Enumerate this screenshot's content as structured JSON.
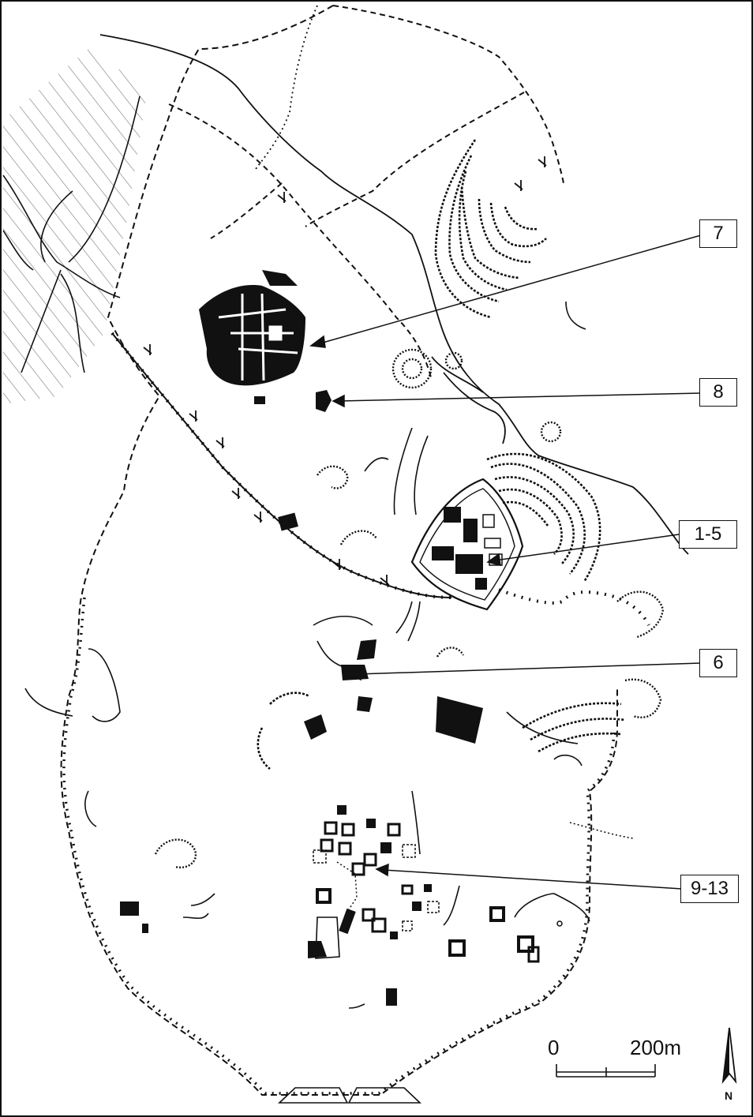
{
  "map": {
    "colors": {
      "ink": "#111111",
      "paper": "#ffffff",
      "hatch": "#777777"
    },
    "callouts": [
      {
        "id": "c7",
        "label": "7"
      },
      {
        "id": "c8",
        "label": "8"
      },
      {
        "id": "c1_5",
        "label": "1-5"
      },
      {
        "id": "c6",
        "label": "6"
      },
      {
        "id": "c9_13",
        "label": "9-13"
      }
    ],
    "scale_bar": {
      "start_label": "0",
      "end_label": "200m"
    },
    "north_arrow": {
      "label": "N",
      "icon": "north-arrow-icon"
    }
  }
}
